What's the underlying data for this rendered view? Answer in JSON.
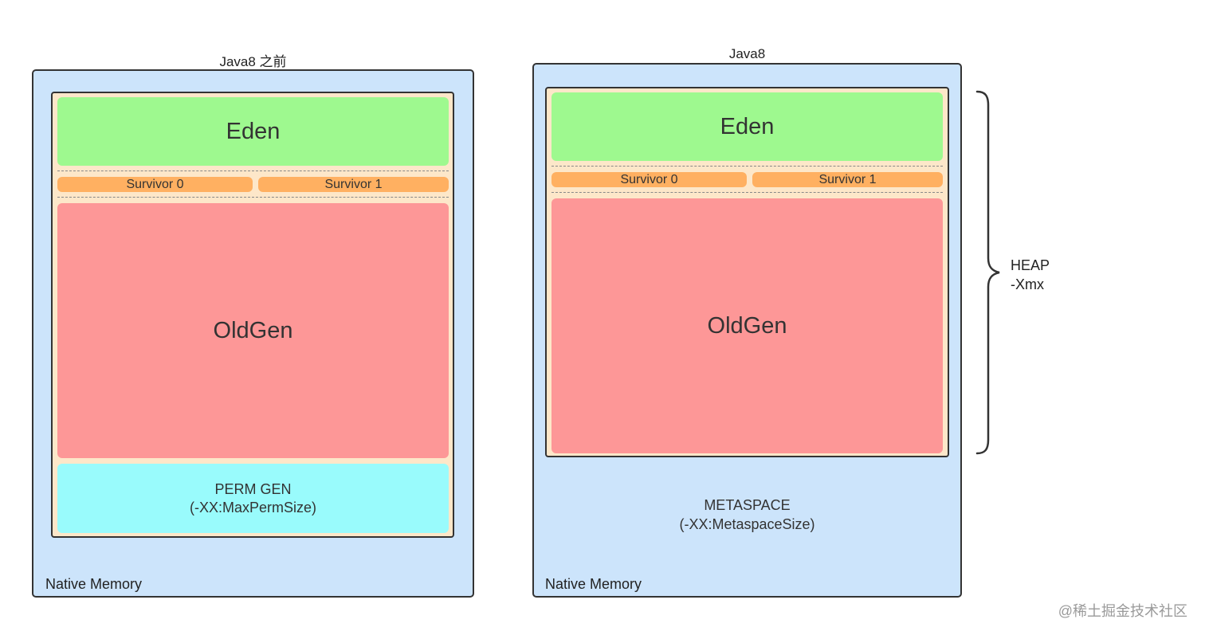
{
  "left": {
    "title": "Java8 之前",
    "eden": "Eden",
    "survivor0": "Survivor 0",
    "survivor1": "Survivor 1",
    "oldgen": "OldGen",
    "perm_gen": "PERM GEN",
    "perm_flag": "(-XX:MaxPermSize)",
    "native": "Native Memory"
  },
  "right": {
    "title": "Java8",
    "eden": "Eden",
    "survivor0": "Survivor 0",
    "survivor1": "Survivor 1",
    "oldgen": "OldGen",
    "metaspace": "METASPACE",
    "metaspace_flag": "(-XX:MetaspaceSize)",
    "native": "Native Memory"
  },
  "heap_brace": {
    "label": "HEAP",
    "flag": "-Xmx"
  },
  "watermark": "@稀土掘金技术社区",
  "colors": {
    "native_memory": "#cce4fb",
    "heap_bg": "#fde7c9",
    "eden": "#9ef98f",
    "survivor": "#ffb061",
    "oldgen": "#fd9797",
    "perm_gen": "#99fbfc"
  }
}
